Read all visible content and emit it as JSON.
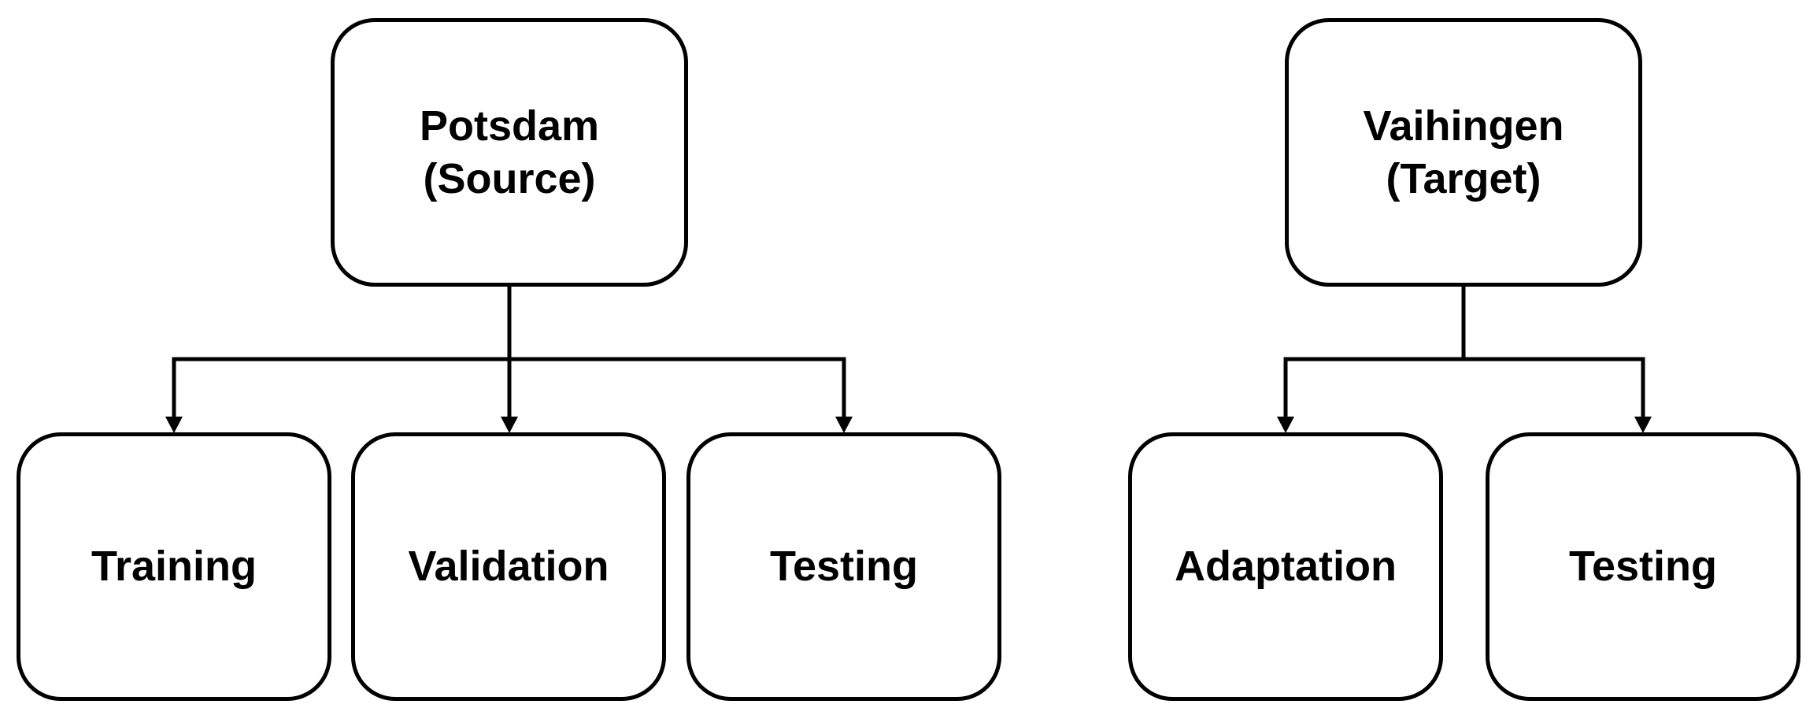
{
  "source": {
    "parent": {
      "line1": "Potsdam",
      "line2": "(Source)"
    },
    "children": [
      "Training",
      "Validation",
      "Testing"
    ]
  },
  "target": {
    "parent": {
      "line1": "Vaihingen",
      "line2": "(Target)"
    },
    "children": [
      "Adaptation",
      "Testing"
    ]
  },
  "colors": {
    "stroke": "#000000",
    "fill": "#ffffff",
    "text": "#000000"
  }
}
